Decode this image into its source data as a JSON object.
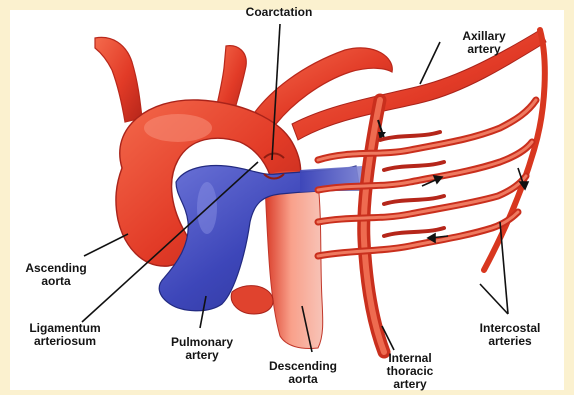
{
  "diagram": {
    "colors": {
      "background": "#fbf1cf",
      "panel": "#ffffff",
      "aorta_red": "#e8412b",
      "aorta_highlight": "#f58b6e",
      "aorta_shadow": "#b7281c",
      "pulmonary_blue": "#3d46b9",
      "pulmonary_highlight": "#7e86e0",
      "pointer_line": "#111111",
      "label_text": "#141414"
    },
    "labels": {
      "coarctation": "Coarctation",
      "axillary_artery": "Axillary\nartery",
      "ascending_aorta": "Ascending\naorta",
      "ligamentum_arteriosum": "Ligamentum\narteriosum",
      "pulmonary_artery": "Pulmonary\nartery",
      "descending_aorta": "Descending\naorta",
      "internal_thoracic_artery": "Internal\nthoracic\nartery",
      "intercostal_arteries": "Intercostal\narteries"
    }
  }
}
